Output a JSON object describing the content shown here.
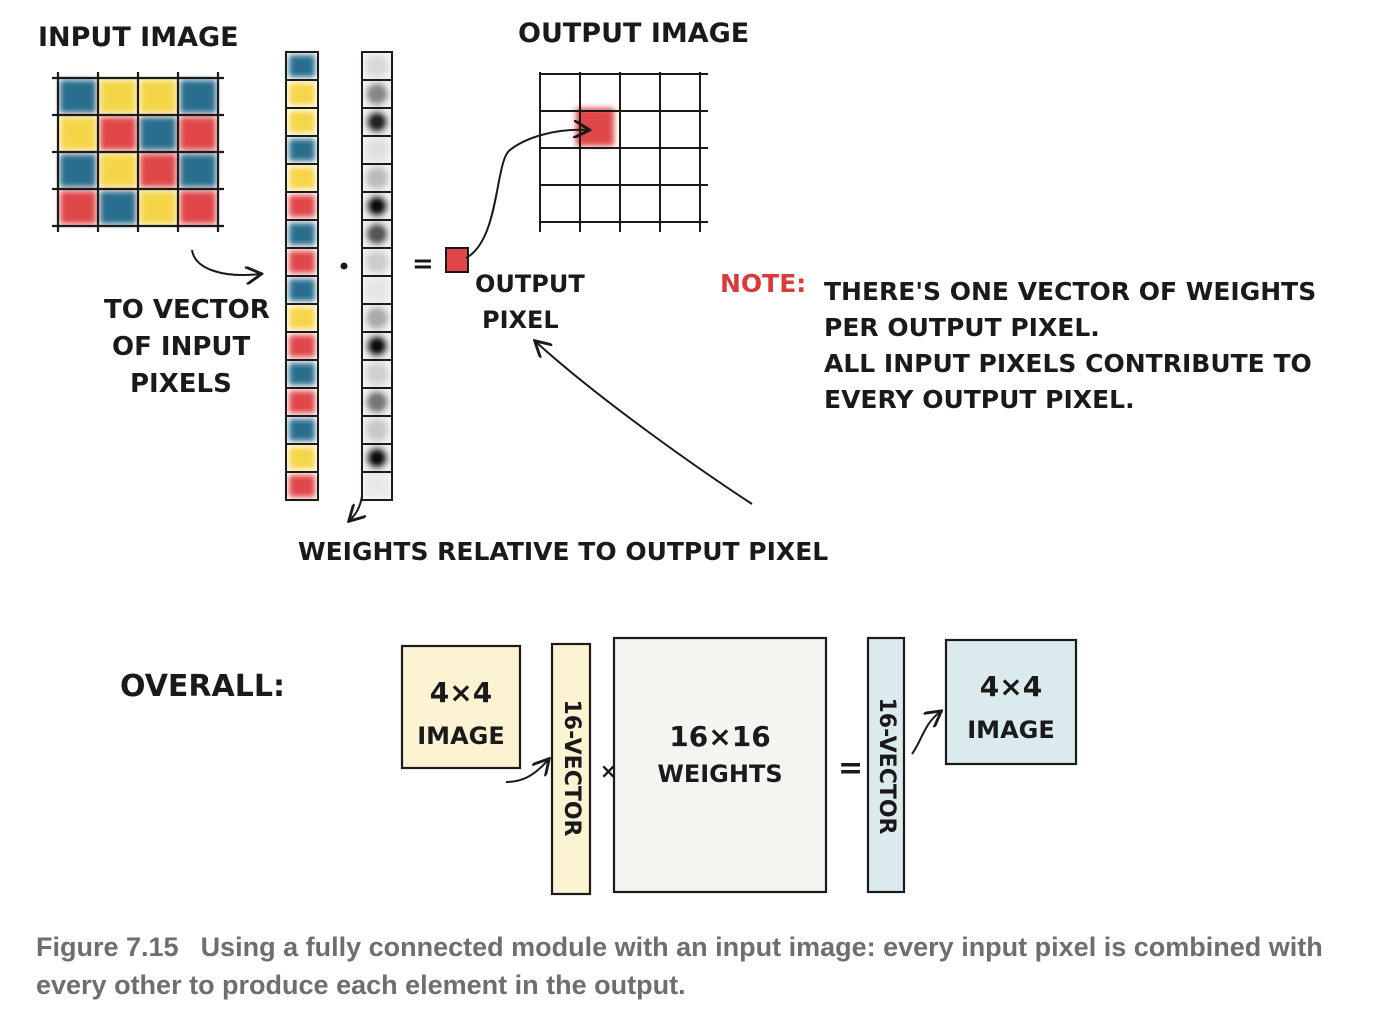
{
  "labels": {
    "input_image": "INPUT IMAGE",
    "output_image": "OUTPUT IMAGE",
    "to_vector_line1": "TO VECTOR",
    "to_vector_line2": "OF INPUT",
    "to_vector_line3": "PIXELS",
    "output_pixel_line1": "OUTPUT",
    "output_pixel_line2": "PIXEL",
    "weights_relative": "WEIGHTS RELATIVE TO OUTPUT PIXEL",
    "dot_op": "·",
    "equals_op": "="
  },
  "note": {
    "label": "NOTE:",
    "line1": "THERE'S ONE VECTOR OF WEIGHTS",
    "line2": "PER OUTPUT PIXEL.",
    "line3": "ALL INPUT PIXELS CONTRIBUTE TO",
    "line4": "EVERY OUTPUT PIXEL."
  },
  "overall": {
    "title": "OVERALL:",
    "input_box_line1": "4×4",
    "input_box_line2": "IMAGE",
    "vector_in": "16-VECTOR",
    "times": "×",
    "weights_line1": "16×16",
    "weights_line2": "WEIGHTS",
    "equals": "=",
    "vector_out": "16-VECTOR",
    "output_box_line1": "4×4",
    "output_box_line2": "IMAGE"
  },
  "caption": {
    "figure": "Figure 7.15",
    "text": "Using a fully connected module with an input image: every input pixel is combined with every other to produce each element in the output."
  },
  "colors": {
    "blue": "#2a6e8f",
    "red": "#e0464a",
    "yellow": "#f6d64a",
    "note_red": "#d93a3a",
    "input_box_fill": "#fbf3d2",
    "output_box_fill": "#dbeaed",
    "weights_fill": "#f4f5f1",
    "caption_gray": "#6d6e71"
  }
}
